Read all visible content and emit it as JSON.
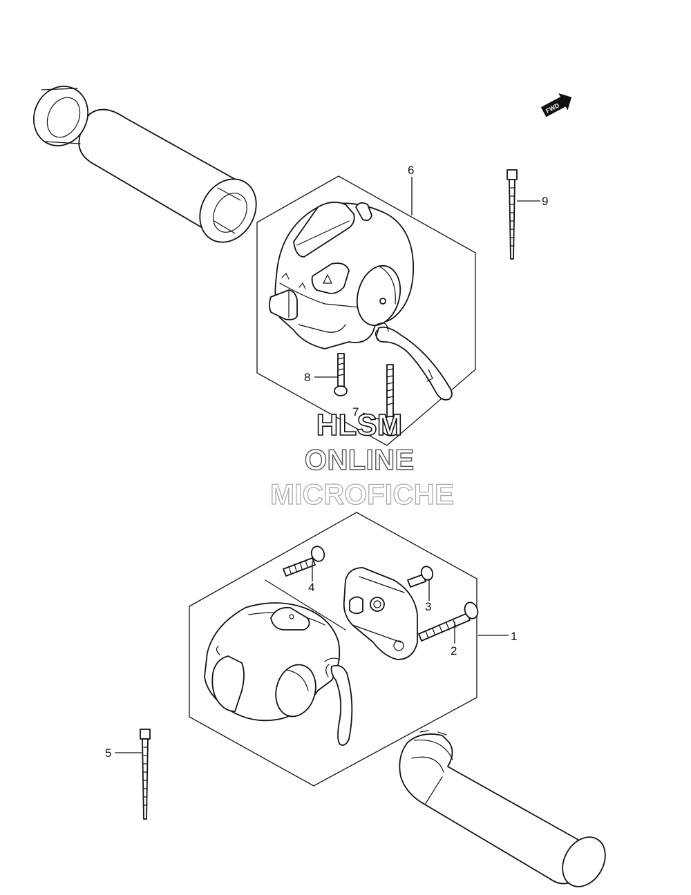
{
  "fwd_label": "FWD",
  "callouts": [
    {
      "id": "1",
      "label": "1"
    },
    {
      "id": "2",
      "label": "2"
    },
    {
      "id": "3",
      "label": "3"
    },
    {
      "id": "4",
      "label": "4"
    },
    {
      "id": "5",
      "label": "5"
    },
    {
      "id": "6",
      "label": "6"
    },
    {
      "id": "7",
      "label": "7"
    },
    {
      "id": "8",
      "label": "8"
    },
    {
      "id": "9",
      "label": "9"
    }
  ],
  "watermark": {
    "line1": "HLSM",
    "line2": "ONLINE",
    "line3": "MICROFICHE"
  }
}
